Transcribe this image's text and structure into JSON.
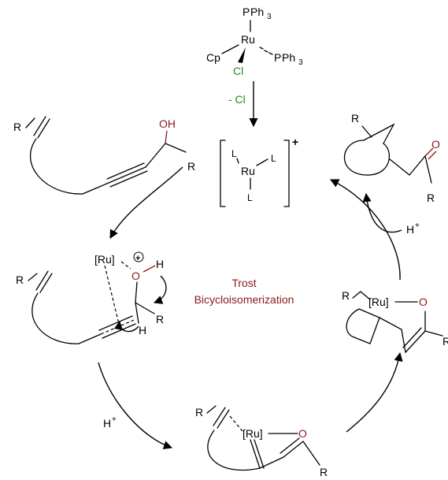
{
  "colors": {
    "heteroatom": "#8b1a1a",
    "chloride": "#1f8a1f",
    "ink": "#000000"
  },
  "catalyst": {
    "p": "P",
    "ph": "Ph",
    "three": "3",
    "ru": "Ru",
    "cp": "Cp",
    "cl": "Cl"
  },
  "loss_label": "- Cl",
  "active": {
    "ligand": "L",
    "metal": "Ru",
    "charge": "+"
  },
  "substrate": {
    "r": "R",
    "oh": "OH"
  },
  "product": {
    "r": "R",
    "o": "O"
  },
  "proton": "H",
  "plus": "+",
  "center_label": {
    "line1": "Trost",
    "line2": "Bicycloisomerization"
  },
  "int1": {
    "r": "R",
    "ru": "[Ru]",
    "o": "O",
    "h": "H",
    "charge": "+"
  },
  "int2": {
    "r": "R",
    "ru": "[Ru]",
    "o": "O"
  },
  "int3": {
    "r": "R",
    "ru": "[Ru]",
    "o": "O"
  }
}
